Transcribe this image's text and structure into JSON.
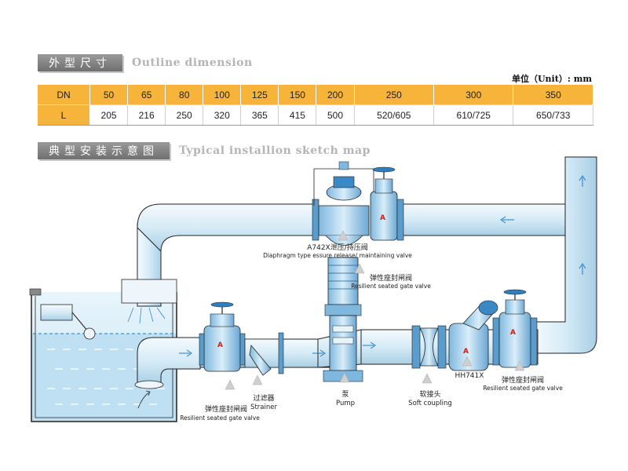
{
  "section1": {
    "cn": "外型尺寸",
    "en": "Outline dimension"
  },
  "unit": "单位（Unit）: mm",
  "table": {
    "row1_head": "DN",
    "row2_head": "L",
    "dn": [
      "50",
      "65",
      "80",
      "100",
      "125",
      "150",
      "200",
      "250",
      "300",
      "350"
    ],
    "l": [
      "205",
      "216",
      "250",
      "320",
      "365",
      "415",
      "500",
      "520/605",
      "610/725",
      "650/733"
    ]
  },
  "section2": {
    "cn": "典型安装示意图",
    "en": "Typical  installion sketch map"
  },
  "labels": {
    "a742_cn": "A742X泄压/持压阀",
    "a742_en": "Diaphragm type  essure release/ maintaining valve",
    "gate_top_cn": "弹性座封闸阀",
    "gate_top_en": "Resilient seated gate valve",
    "gate_left_cn": "弹性座封闸阀",
    "gate_left_en": "Resilient seated gate valve",
    "strainer_cn": "过滤器",
    "strainer_en": "Strainer",
    "pump_cn": "泵",
    "pump_en": "Pump",
    "soft_cn": "软接头",
    "soft_en": "Soft coupling",
    "hh741": "HH741X",
    "gate_right_cn": "弹性座封闸阀",
    "gate_right_en": "Resilient seated gate valve"
  },
  "colors": {
    "accent": "#f6b43a",
    "pipe": "#dfeff8",
    "water": "#bfe0f3",
    "line": "#1f7dc4"
  }
}
